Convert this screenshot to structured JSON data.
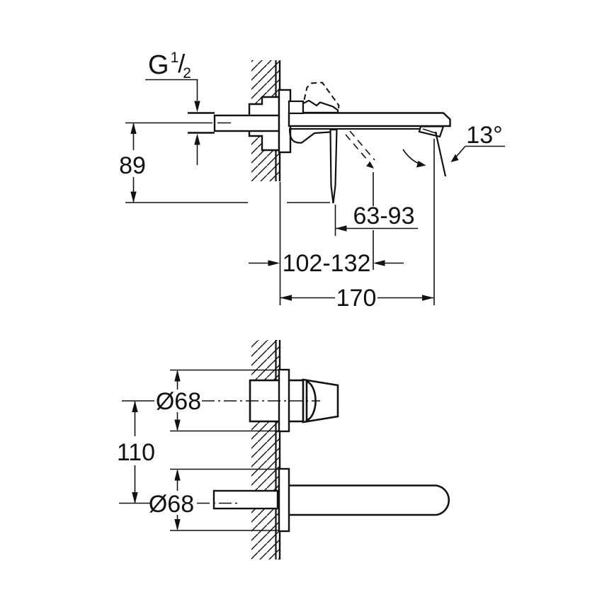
{
  "colors": {
    "line": "#111111",
    "background": "#ffffff"
  },
  "dimensions": {
    "thread_g": "G",
    "thread_num": "1",
    "thread_slash": "/",
    "thread_den": "2",
    "inlet_height": "89",
    "spout_angle": "13°",
    "handle_clearance": "63-93",
    "handle_depth": "102-132",
    "spout_projection": "170",
    "rosette_top_dia": "Ø68",
    "rosette_bottom_dia": "Ø68",
    "hole_spacing": "110"
  }
}
